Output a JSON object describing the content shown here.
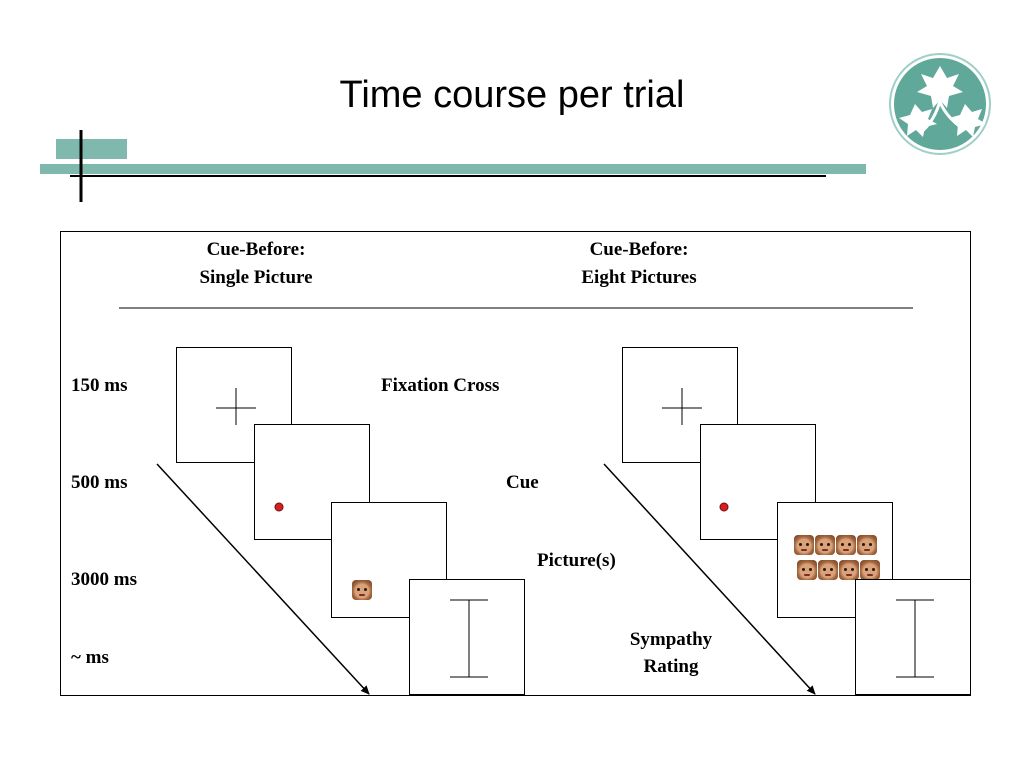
{
  "title": "Time course per trial",
  "colors": {
    "accent_teal": "#7fb9ad",
    "logo_teal": "#5fa89a",
    "cue_dot": "#d61f1f",
    "frame_border": "#000000"
  },
  "header": {
    "left": {
      "line1": "Cue-Before:",
      "line2": "Single Picture"
    },
    "right": {
      "line1": "Cue-Before:",
      "line2": "Eight Pictures"
    }
  },
  "time_labels": [
    "150 ms",
    "500 ms",
    "3000 ms",
    "~ ms"
  ],
  "stage_labels": {
    "fixation": "Fixation Cross",
    "cue": "Cue",
    "pictures": "Picture(s)",
    "rating_line1": "Sympathy",
    "rating_line2": "Rating"
  },
  "icons": {
    "logo": "ivy-leaves-logo",
    "fixation": "fixation-cross-icon",
    "cue": "red-dot-icon",
    "picture": "baby-face-image",
    "rating": "rating-scale-icon",
    "time_arrow": "time-arrow-icon"
  },
  "conditions": [
    {
      "name_ref": "header.left",
      "picture_count": 1
    },
    {
      "name_ref": "header.right",
      "picture_count": 8
    }
  ]
}
